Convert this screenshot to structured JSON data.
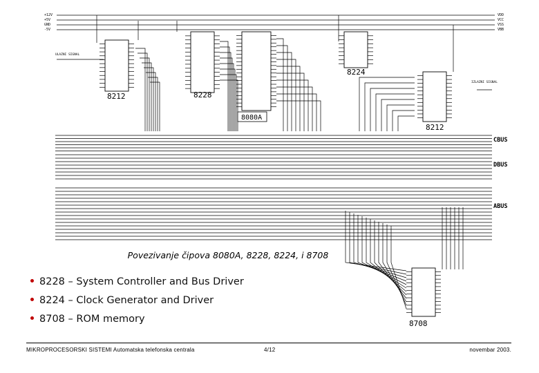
{
  "schematic": {
    "chips": {
      "c8212_in": "8212",
      "c8228": "8228",
      "c8080": "8080A",
      "c8224": "8224",
      "c8212_out": "8212",
      "c8708": "8708"
    },
    "bus_labels": {
      "cbus": "CBUS",
      "dbus": "DBUS",
      "abus": "ABUS"
    },
    "power_left": [
      "+12V",
      "+5V",
      "GND",
      "-5V"
    ],
    "power_right": [
      "VDD",
      "VCC",
      "VSS",
      "VBB"
    ],
    "signal_in": "ULAZNI SIGNAL",
    "signal_out": "IZLAZNI SIGNAL"
  },
  "caption": "Povezivanje čipova 8080A, 8228, 8224, i 8708",
  "bullets": [
    "8228 – System Controller and Bus Driver",
    "8224 – Clock Generator and Driver",
    "8708 – ROM memory"
  ],
  "footer": {
    "left": "MIKROPROCESORSKI SISTEMI  Automatska telefonska centrala",
    "page": "4/12",
    "date": "novembar 2003."
  }
}
